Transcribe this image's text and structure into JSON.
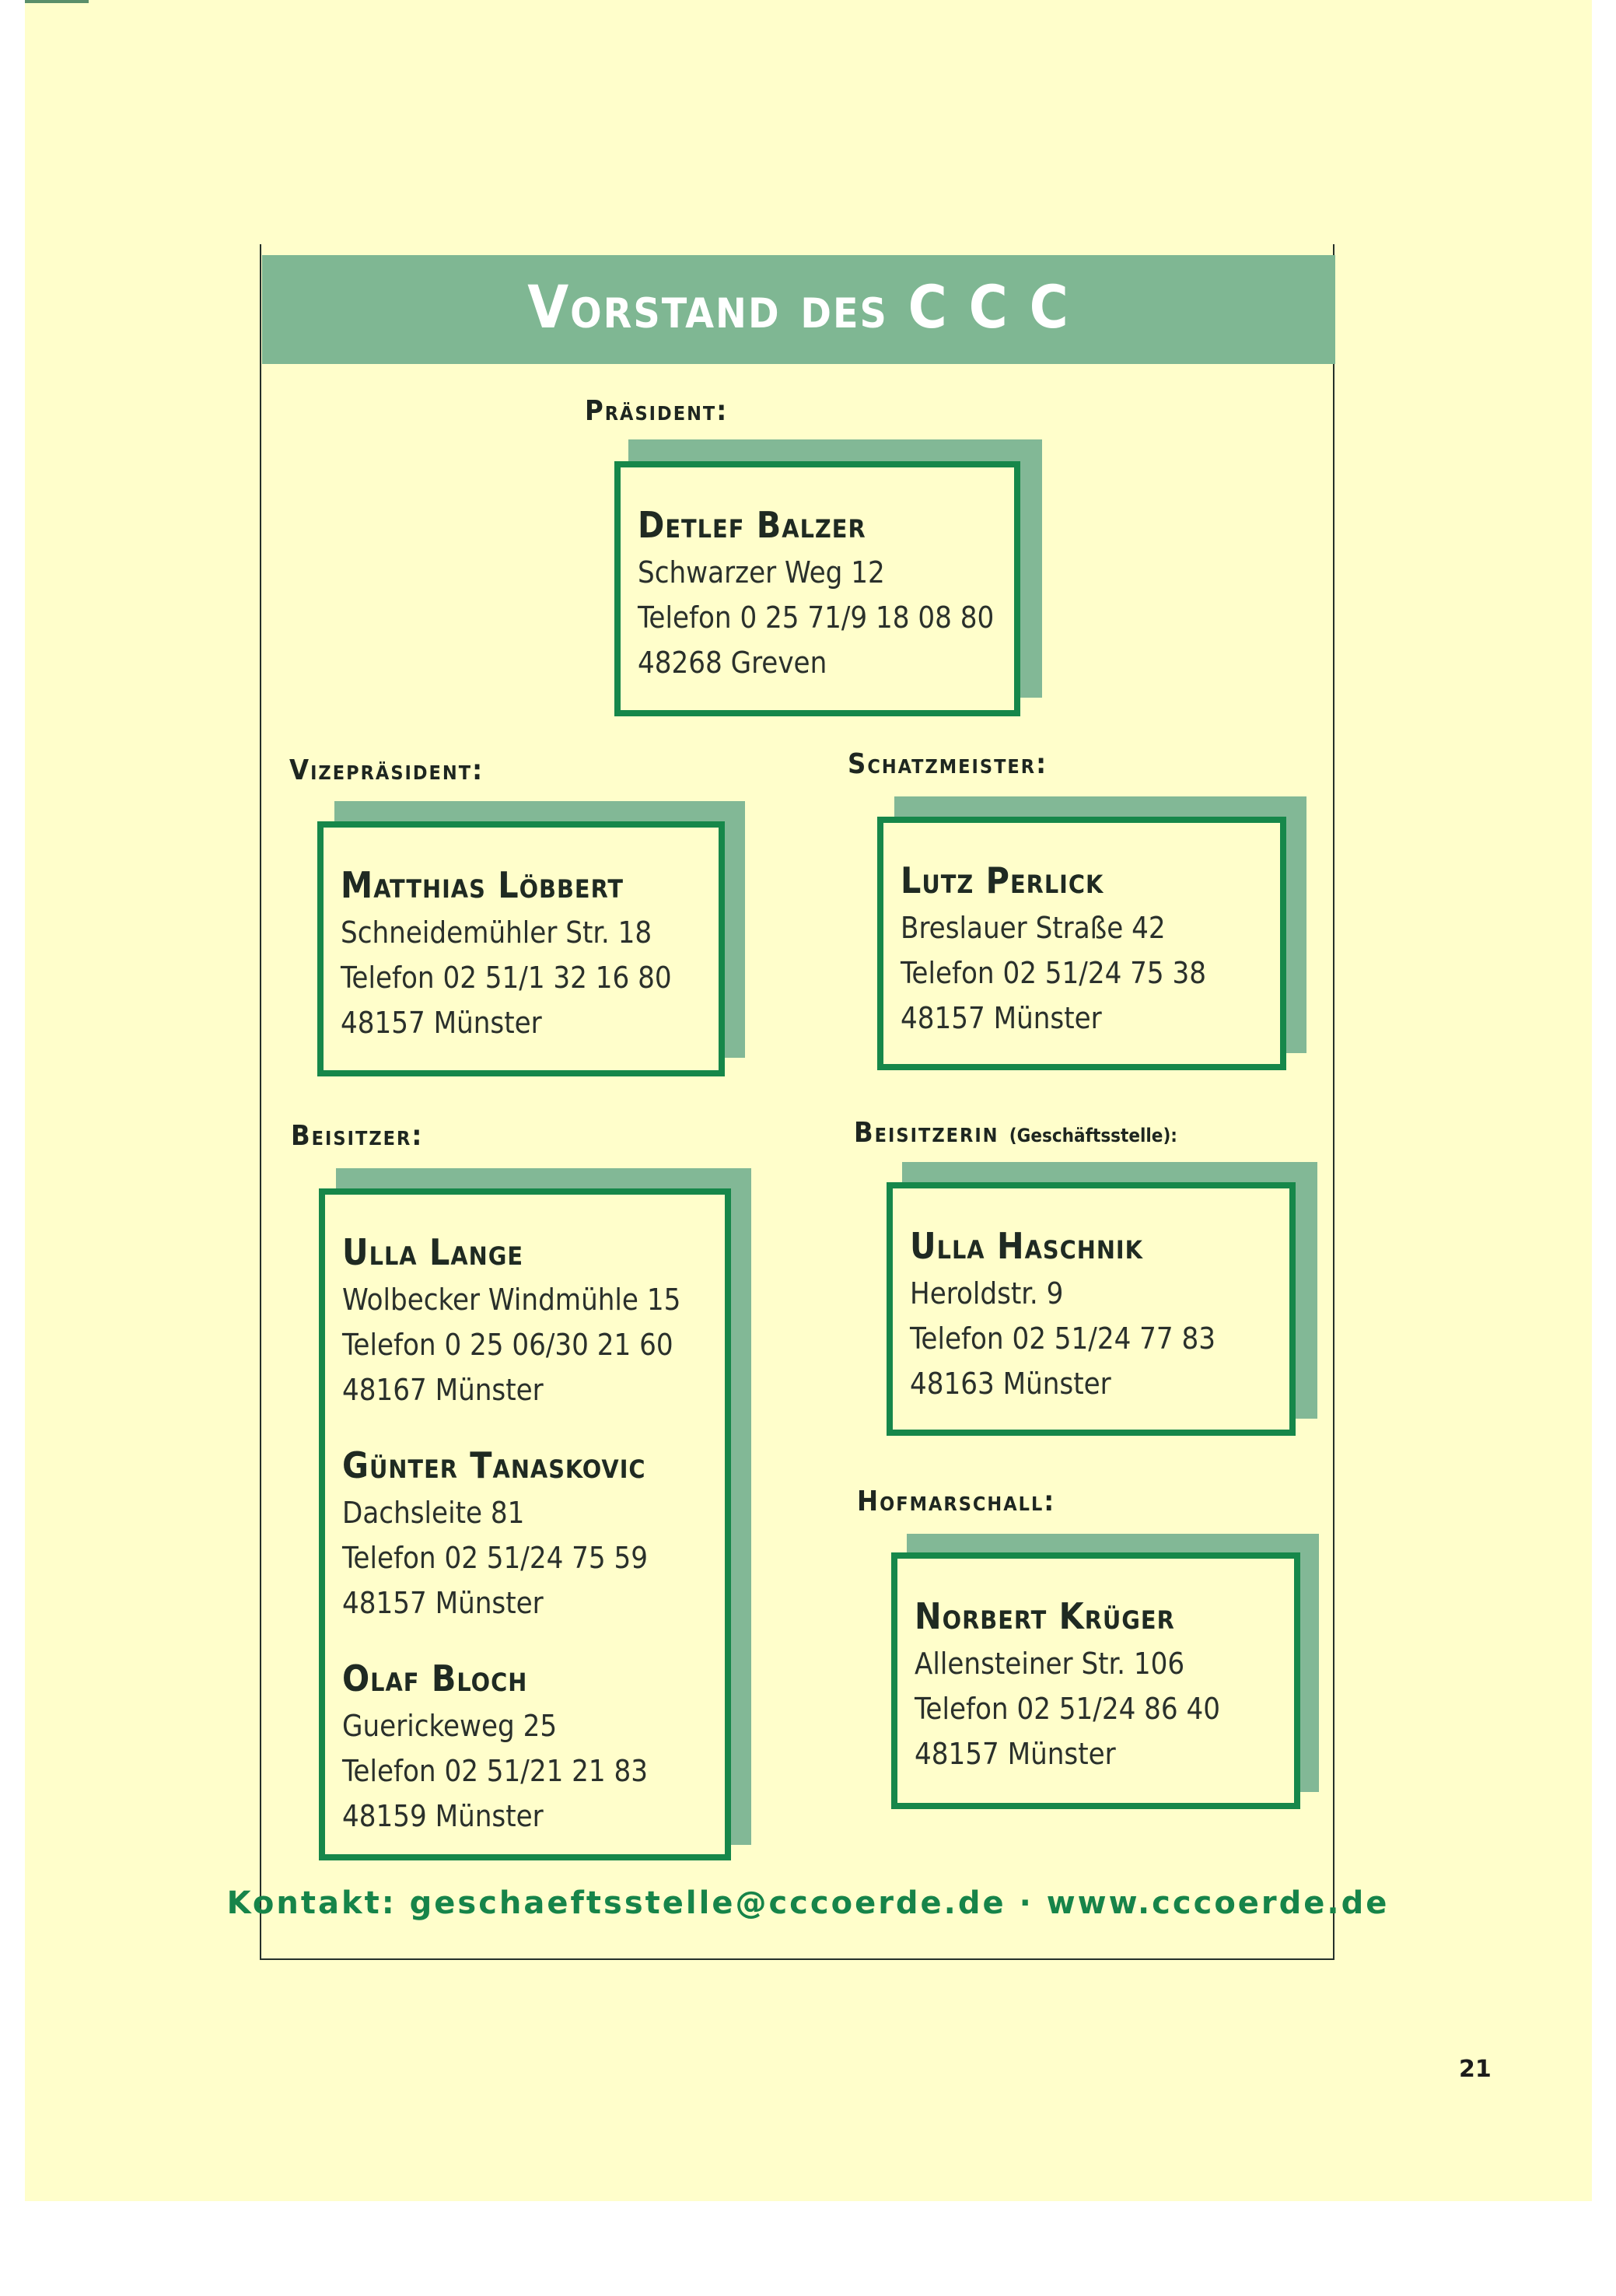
{
  "banner": {
    "title": "Vorstand des C C C"
  },
  "sections": {
    "praesident": {
      "label": "Präsident:",
      "people": [
        {
          "name": "Detlef Balzer",
          "street": "Schwarzer Weg 12",
          "phone": "Telefon 0 25 71/9 18 08 80",
          "city": "48268 Greven"
        }
      ]
    },
    "vizepraesident": {
      "label": "Vizepräsident:",
      "people": [
        {
          "name": "Matthias Löbbert",
          "street": "Schneidemühler Str. 18",
          "phone": "Telefon 02 51/1 32 16 80",
          "city": "48157 Münster"
        }
      ]
    },
    "schatzmeister": {
      "label": "Schatzmeister:",
      "people": [
        {
          "name": "Lutz Perlick",
          "street": "Breslauer Straße 42",
          "phone": "Telefon 02 51/24 75 38",
          "city": "48157 Münster"
        }
      ]
    },
    "beisitzer": {
      "label": "Beisitzer:",
      "people": [
        {
          "name": "Ulla Lange",
          "street": "Wolbecker Windmühle 15",
          "phone": "Telefon 0 25 06/30 21 60",
          "city": "48167 Münster"
        },
        {
          "name": "Günter Tanaskovic",
          "street": "Dachsleite 81",
          "phone": "Telefon 02 51/24 75 59",
          "city": "48157 Münster"
        },
        {
          "name": "Olaf Bloch",
          "street": "Guerickeweg 25",
          "phone": "Telefon 02 51/21 21 83",
          "city": "48159 Münster"
        }
      ]
    },
    "beisitzerin": {
      "label": "Beisitzerin",
      "sublabel": "(Geschäftsstelle):",
      "people": [
        {
          "name": "Ulla Haschnik",
          "street": "Heroldstr. 9",
          "phone": "Telefon 02 51/24 77 83",
          "city": "48163 Münster"
        }
      ]
    },
    "hofmarschall": {
      "label": "Hofmarschall:",
      "people": [
        {
          "name": "Norbert Krüger",
          "street": "Allensteiner Str. 106",
          "phone": "Telefon 02 51/24 86 40",
          "city": "48157 Münster"
        }
      ]
    }
  },
  "contact": "Kontakt: geschaeftsstelle@cccoerde.de · www.cccoerde.de",
  "page_number": "21",
  "colors": {
    "page": "#fffecb",
    "banner": "#7fb793",
    "border": "#16874a",
    "shadow": "#82b896",
    "contact": "#168449"
  }
}
